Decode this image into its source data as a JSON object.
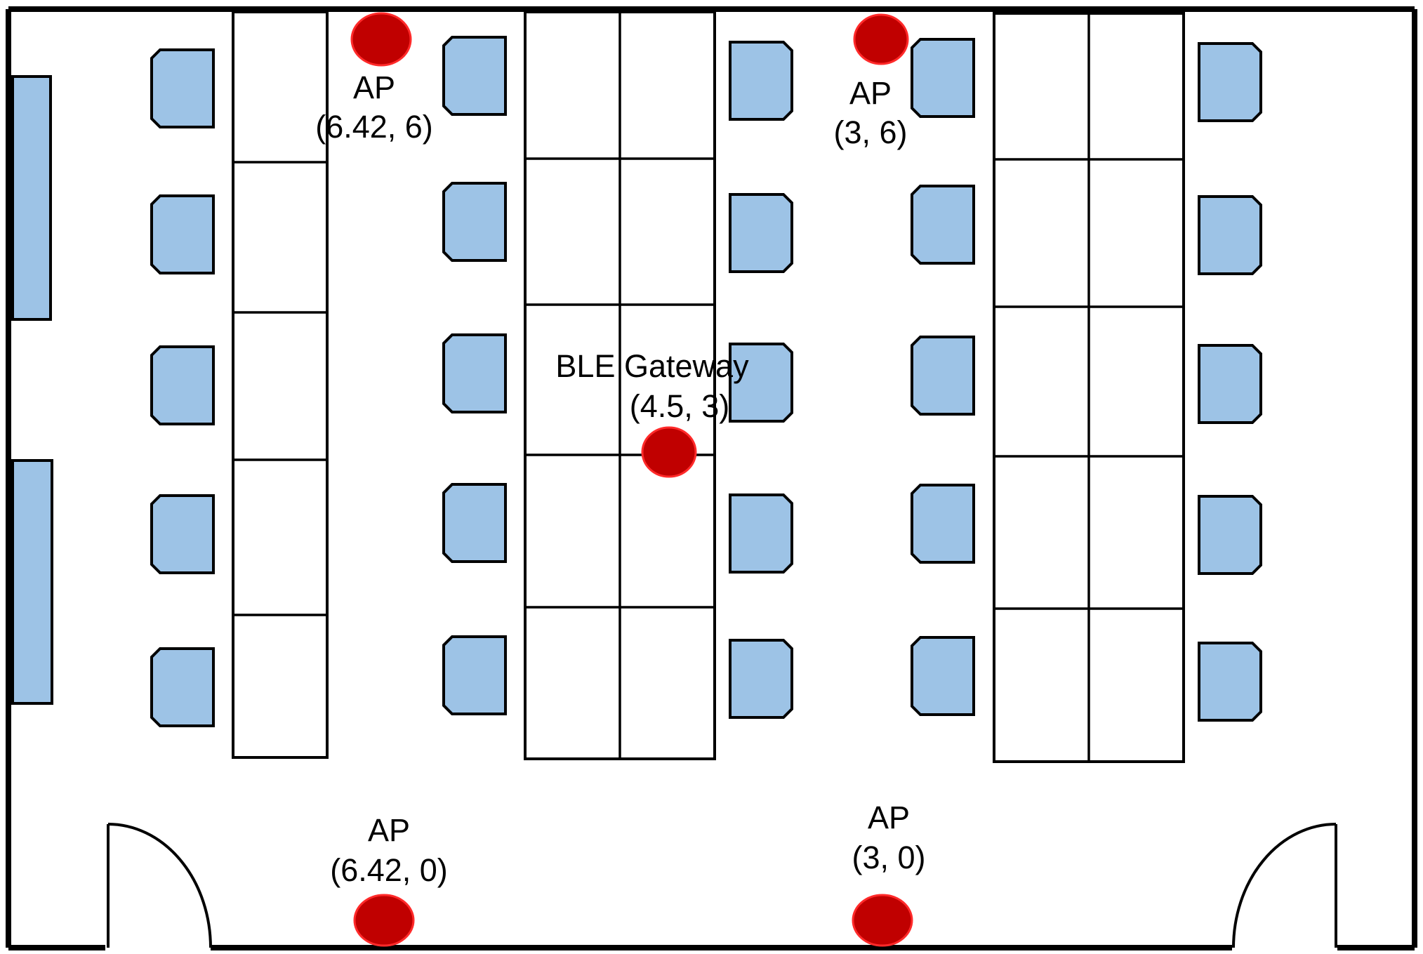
{
  "devices": [
    {
      "id": "ap-top-left",
      "kind": "AP",
      "name": "AP",
      "coord": "(6.42, 6)"
    },
    {
      "id": "ap-top-right",
      "kind": "AP",
      "name": "AP",
      "coord": "(3, 6)"
    },
    {
      "id": "gateway",
      "kind": "BLE Gateway",
      "name": "BLE Gateway",
      "coord": "(4.5, 3)"
    },
    {
      "id": "ap-bottom-left",
      "kind": "AP",
      "name": "AP",
      "coord": "(6.42, 0)"
    },
    {
      "id": "ap-bottom-right",
      "kind": "AP",
      "name": "AP",
      "coord": "(3, 0)"
    }
  ],
  "colors": {
    "chair_fill": "#9dc3e6",
    "device_dot": "#c00000",
    "device_dot_ring": "#ff2a2a",
    "wall": "#000000"
  }
}
